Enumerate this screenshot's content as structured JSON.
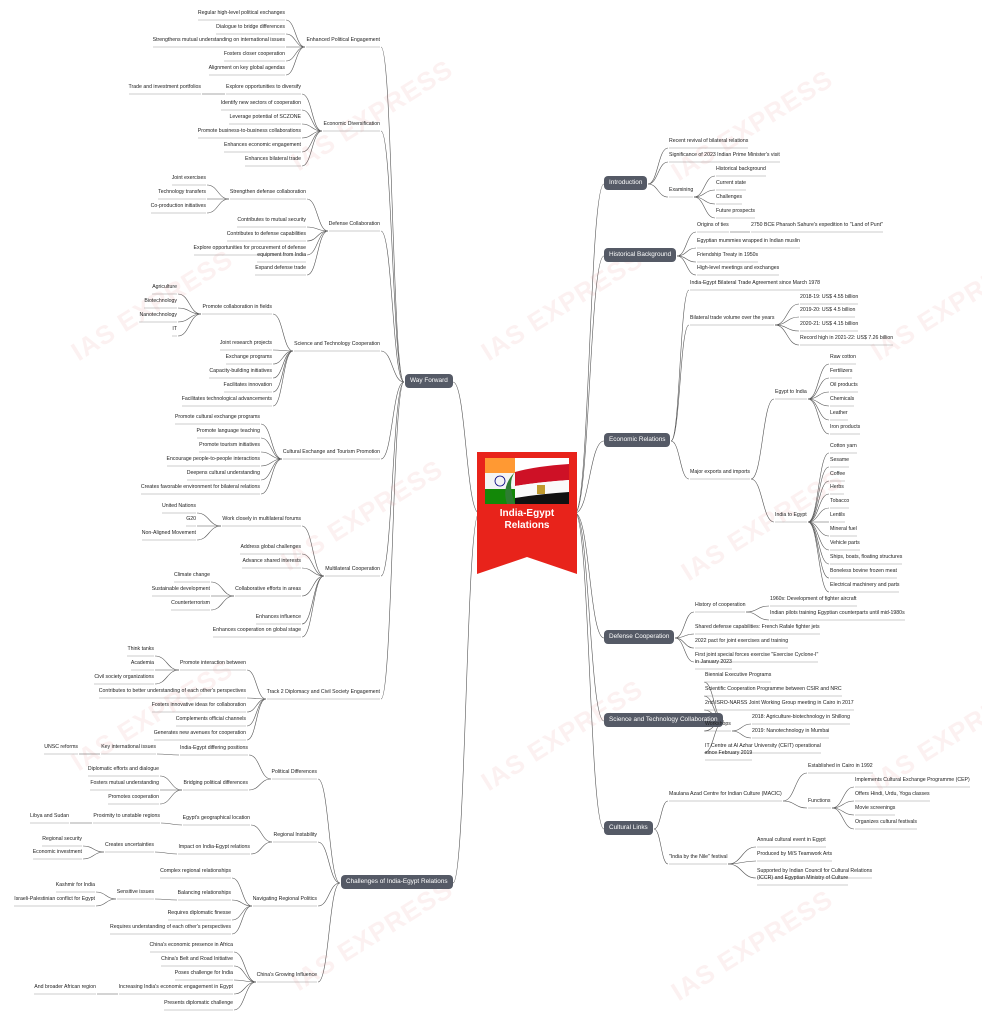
{
  "central": {
    "title_line1": "India-Egypt",
    "title_line2": "Relations"
  },
  "watermark": "IAS EXPRESS",
  "branches": {
    "introduction": "Introduction",
    "historical": "Historical Background",
    "economic": "Economic Relations",
    "defense": "Defense Cooperation",
    "scitech": "Science and Technology Collaboration",
    "cultural": "Cultural Links",
    "way_forward": "Way Forward",
    "challenges": "Challenges of India-Egypt Relations"
  },
  "nodes": {
    "i1": "Recent revival of bilateral relations",
    "i2": "Significance of 2023 Indian Prime Minister's visit",
    "i3": "Examining",
    "i3a": "Historical background",
    "i3b": "Current state",
    "i3c": "Challenges",
    "i3d": "Future prospects",
    "h1": "Origins of ties",
    "h1a": "2750 BCE Pharaoh Sahure's expedition to \"Land of Punt\"",
    "h2": "Egyptian mummies wrapped in Indian muslin",
    "h3": "Friendship Treaty in 1950s",
    "h4": "High-level meetings and exchanges",
    "e1": "India-Egypt Bilateral Trade Agreement since March 1978",
    "e2": "Bilateral trade volume over the years",
    "e2a": "2018-19: US$ 4.55 billion",
    "e2b": "2019-20: US$ 4.5 billion",
    "e2c": "2020-21: US$ 4.15 billion",
    "e2d": "Record high in 2021-22: US$ 7.26 billion",
    "e3": "Major exports and imports",
    "e3a": "Egypt to India",
    "e3a1": "Raw cotton",
    "e3a2": "Fertilizers",
    "e3a3": "Oil products",
    "e3a4": "Chemicals",
    "e3a5": "Leather",
    "e3a6": "Iron products",
    "e3b": "India to Egypt",
    "e3b1": "Cotton yarn",
    "e3b2": "Sesame",
    "e3b3": "Coffee",
    "e3b4": "Herbs",
    "e3b5": "Tobacco",
    "e3b6": "Lentils",
    "e3b7": "Mineral fuel",
    "e3b8": "Vehicle parts",
    "e3b9": "Ships, boats, floating structures",
    "e3b10": "Boneless bovine frozen meat",
    "e3b11": "Electrical machinery and parts",
    "d1": "History of cooperation",
    "d1a": "1960s: Development of fighter aircraft",
    "d1b": "Indian pilots training Egyptian counterparts until mid-1980s",
    "d2": "Shared defense capabilities: French Rafale fighter jets",
    "d3": "2022 pact for joint exercises and training",
    "d4": "First joint special forces exercise \"Exercise Cyclone-I\"",
    "d4b": "in January 2023",
    "s1": "Biennial Executive Programs",
    "s2": "Scientific Cooperation Programme between CSIR and NRC",
    "s3": "2nd ISRO-NARSS Joint Working Group meeting in Cairo in 2017",
    "s4": "Workshops",
    "s4a": "2018: Agriculture-biotechnology in Shillong",
    "s4b": "2019: Nanotechnology in Mumbai",
    "s5": "IT Centre at Al Azhar University (CEIT) operational",
    "s5b": "since February 2019",
    "c1": "Maulana Azad Centre for Indian Culture (MACIC)",
    "c1a": "Established in Cairo in 1992",
    "c1b": "Functions",
    "c1b1": "Implements Cultural Exchange Programme (CEP)",
    "c1b2": "Offers Hindi, Urdu, Yoga classes",
    "c1b3": "Movie screenings",
    "c1b4": "Organizes cultural festivals",
    "c2": "\"India by the Nile\" festival",
    "c2a": "Annual cultural event in Egypt",
    "c2b": "Produced by M/S Teamwork Arts",
    "c2c": "Supported by Indian Council for Cultural Relations",
    "c2c2": "(ICCR) and Egyptian Ministry of Culture",
    "w1": "Enhanced Political Engagement",
    "w1a": "Regular high-level political exchanges",
    "w1b": "Dialogue to bridge differences",
    "w1c": "Strengthens mutual understanding on international issues",
    "w1d": "Fosters closer cooperation",
    "w1e": "Alignment on key global agendas",
    "w2": "Economic Diversification",
    "w2a": "Explore opportunities to diversify",
    "w2a1": "Trade and investment portfolios",
    "w2b": "Identify new sectors of cooperation",
    "w2c": "Leverage potential of SCZONE",
    "w2d": "Promote business-to-business collaborations",
    "w2e": "Enhances economic engagement",
    "w2f": "Enhances bilateral trade",
    "w3": "Defense Collaboration",
    "w3a": "Strengthen defense collaboration",
    "w3a1": "Joint exercises",
    "w3a2": "Technology transfers",
    "w3a3": "Co-production initiatives",
    "w3b": "Contributes to mutual security",
    "w3c": "Contributes to defense capabilities",
    "w3d": "Explore opportunities for procurement of defense",
    "w3d2": "equipment from India",
    "w3e": "Expand defense trade",
    "w4": "Science and Technology Cooperation",
    "w4a": "Promote collaboration in fields",
    "w4a1": "Agriculture",
    "w4a2": "Biotechnology",
    "w4a3": "Nanotechnology",
    "w4a4": "IT",
    "w4b": "Joint research projects",
    "w4c": "Exchange programs",
    "w4d": "Capacity-building initiatives",
    "w4e": "Facilitates innovation",
    "w4f": "Facilitates technological advancements",
    "w5": "Cultural Exchange and Tourism Promotion",
    "w5a": "Promote cultural exchange programs",
    "w5b": "Promote language teaching",
    "w5c": "Promote tourism initiatives",
    "w5d": "Encourage people-to-people interactions",
    "w5e": "Deepens cultural understanding",
    "w5f": "Creates favorable environment for bilateral relations",
    "w6": "Multilateral Cooperation",
    "w6a": "Work closely in multilateral forums",
    "w6a1": "United Nations",
    "w6a2": "G20",
    "w6a3": "Non-Aligned Movement",
    "w6b": "Address global challenges",
    "w6c": "Advance shared interests",
    "w6d": "Collaborative efforts in areas",
    "w6d1": "Climate change",
    "w6d2": "Sustainable development",
    "w6d3": "Counterterrorism",
    "w6e": "Enhances influence",
    "w6f": "Enhances cooperation on global stage",
    "w7": "Track 2 Diplomacy and Civil Society Engagement",
    "w7a": "Promote interaction between",
    "w7a1": "Think tanks",
    "w7a2": "Academia",
    "w7a3": "Civil society organizations",
    "w7b": "Contributes to better understanding of each other's perspectives",
    "w7c": "Fosters innovative ideas for collaboration",
    "w7d": "Complements official channels",
    "w7e": "Generates new avenues for cooperation",
    "x1": "Political Differences",
    "x1a": "India-Egypt differing positions",
    "x1a1": "Key international issues",
    "x1a2": "UNSC reforms",
    "x1b": "Bridging political differences",
    "x1b1": "Diplomatic efforts and dialogue",
    "x1b2": "Fosters mutual understanding",
    "x1b3": "Promotes cooperation",
    "x2": "Regional Instability",
    "x2a": "Egypt's geographical location",
    "x2a1": "Proximity to unstable regions",
    "x2a2": "Libya and Sudan",
    "x2b": "Impact on India-Egypt relations",
    "x2b1": "Creates uncertainties",
    "x2b2": "Regional security",
    "x2b3": "Economic investment",
    "x3": "Navigating Regional Politics",
    "x3a": "Complex regional relationships",
    "x3b": "Balancing relationships",
    "x3b1": "Sensitive issues",
    "x3b2": "Kashmir for India",
    "x3b3": "Israeli-Palestinian conflict for Egypt",
    "x3c": "Requires diplomatic finesse",
    "x3d": "Requires understanding of each other's perspectives",
    "x4": "China's Growing Influence",
    "x4a": "China's economic presence in Africa",
    "x4b": "China's Belt and Road Initiative",
    "x4c": "Poses challenge for India",
    "x4d": "Increasing India's economic engagement in Egypt",
    "x4d1": "And broader African region",
    "x4e": "Presents diplomatic challenge"
  },
  "colors": {
    "branch_bg": "#555a66",
    "flag_red": "#e8231b",
    "line": "#555555"
  }
}
